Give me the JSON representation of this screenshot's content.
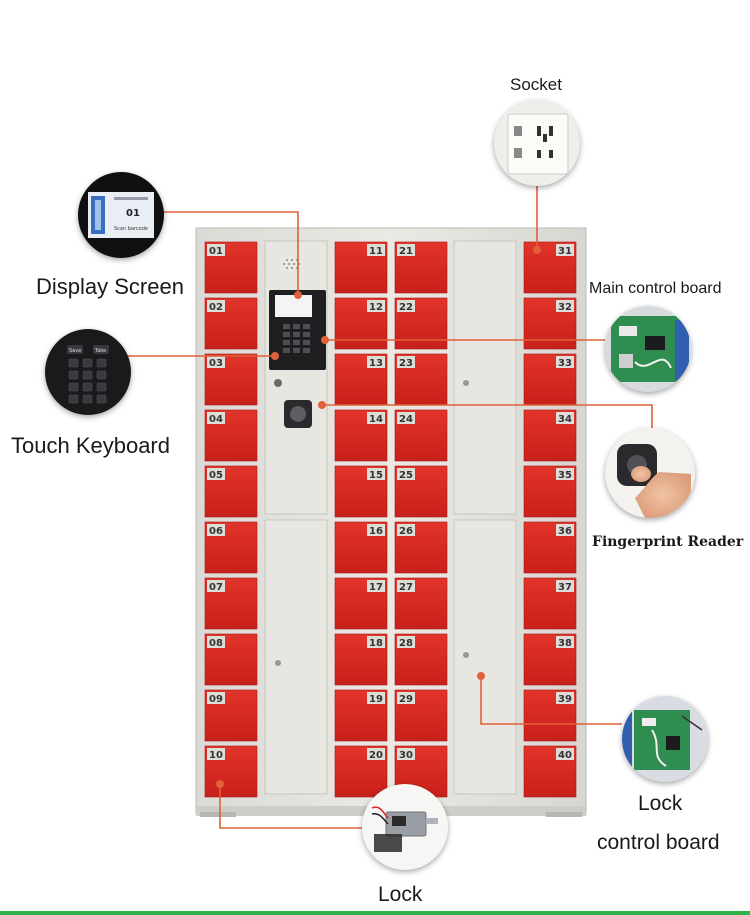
{
  "labels": {
    "socket": "Socket",
    "display_screen": "Display Screen",
    "main_control_board": "Main control board",
    "touch_keyboard": "Touch Keyboard",
    "fingerprint_reader": "Fingerprint Reader",
    "lock_control_board_line1": "Lock",
    "lock_control_board_line2": "control board",
    "lock": "Lock"
  },
  "lockers": {
    "column_a": [
      "01",
      "02",
      "03",
      "04",
      "05",
      "06",
      "07",
      "08",
      "09",
      "10"
    ],
    "column_b": [
      "11",
      "12",
      "13",
      "14",
      "15",
      "16",
      "17",
      "18",
      "19",
      "20"
    ],
    "column_c": [
      "21",
      "22",
      "23",
      "24",
      "25",
      "26",
      "27",
      "28",
      "29",
      "30"
    ],
    "column_d": [
      "31",
      "32",
      "33",
      "34",
      "35",
      "36",
      "37",
      "38",
      "39",
      "40"
    ]
  },
  "display_text": {
    "screen_line": "Scan barcode",
    "keypad_top_left": "Save",
    "keypad_top_right": "Take"
  },
  "colors": {
    "cabinet": "#e7e5e0",
    "door_red": "#d8281e",
    "callout_line": "#e0603a",
    "number_tag": "#d9d9d9"
  }
}
